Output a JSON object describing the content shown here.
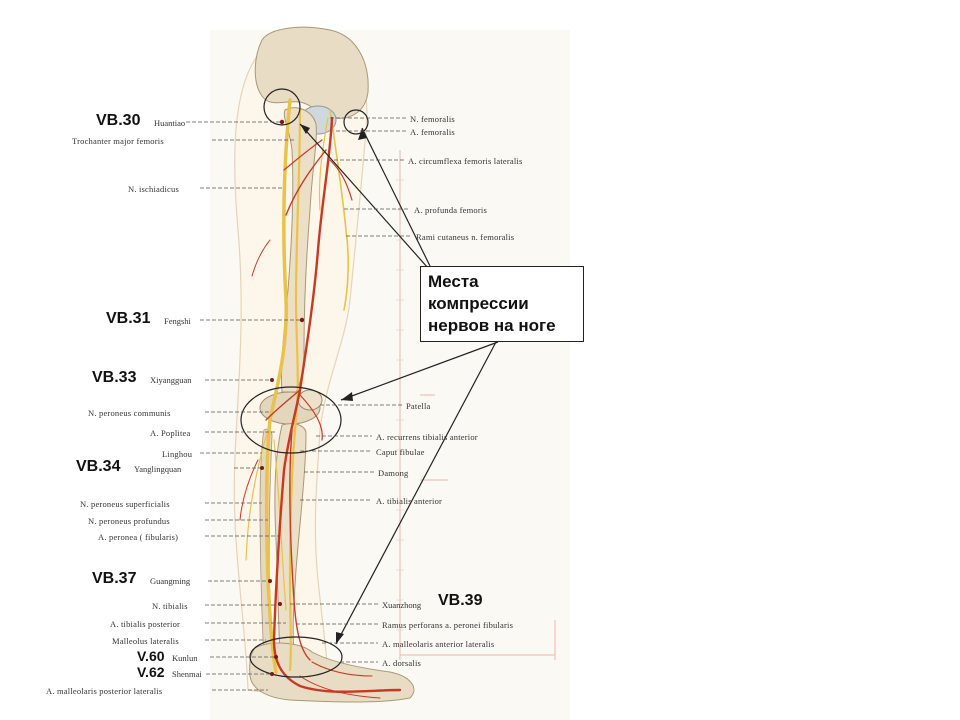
{
  "figure": {
    "background": "#ffffff",
    "panel_color": "#fbf9f3"
  },
  "callout": {
    "text": "Места компрессии нервов на ноге"
  },
  "points": {
    "vb30": {
      "code": "VB.30",
      "name": "Huantiao"
    },
    "vb31": {
      "code": "VB.31",
      "name": "Fengshi"
    },
    "vb33": {
      "code": "VB.33",
      "name": "Xiyangguan"
    },
    "vb34": {
      "code": "VB.34",
      "name": "Yanglingquan"
    },
    "vb37": {
      "code": "VB.37",
      "name": "Guangming"
    },
    "vb39": {
      "code": "VB.39",
      "name": "Xuanzhong"
    },
    "v60": {
      "code": "V.60",
      "name": "Kunlun"
    },
    "v62": {
      "code": "V.62",
      "name": "Shenmai"
    }
  },
  "left_labels": {
    "trochanter": "Trochanter major femoris",
    "ischiadicus": "N. ischiadicus",
    "peroneus_communis": "N. peroneus communis",
    "poplitea": "A. Poplitea",
    "lingshou": "Linghou",
    "peroneus_superficialis": "N. peroneus superficialis",
    "peroneus_profundus": "N. peroneus profundus",
    "a_peronea": "A. peronea ( fibularis)",
    "tibialis": "N. tibialis",
    "a_tibialis_posterior": "A. tibialis posterior",
    "malleolus_lateralis": "Malleolus lateralis",
    "a_malleolaris_posterior": "A. malleolaris posterior lateralis"
  },
  "right_labels": {
    "n_femoralis": "N. femoralis",
    "a_femoralis": "A. femoralis",
    "circumflexa": "A. circumflexa femoris lateralis",
    "profunda": "A. profunda femoris",
    "rami": "Rami cutaneus n. femoralis",
    "patella": "Patella",
    "recurrens": "A. recurrens tibialis anterior",
    "caput": "Caput fibulae",
    "daimong": "Damong",
    "tibialis_anterior": "A. tibialis anterior",
    "ramus_perforans": "Ramus perforans a. peronei fibularis",
    "malleolaris_anterior": "A. malleolaris anterior lateralis",
    "dorsalis": "A. dorsalis"
  }
}
